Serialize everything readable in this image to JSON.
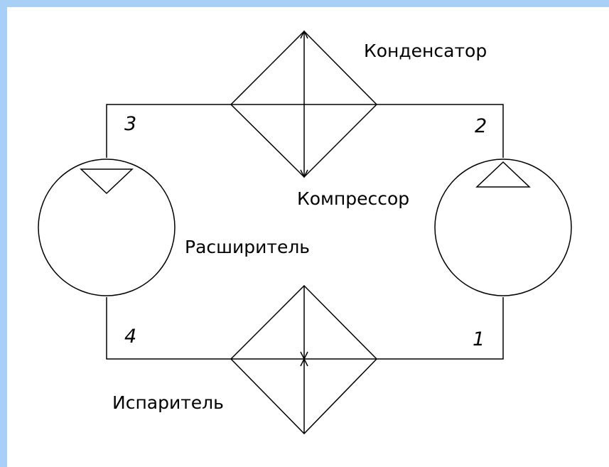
{
  "diagram": {
    "labels": {
      "condenser": "Конденсатор",
      "compressor": "Компрессор",
      "expander": "Расширитель",
      "evaporator": "Испаритель"
    },
    "points": {
      "p1": "1",
      "p2": "2",
      "p3": "3",
      "p4": "4"
    },
    "colors": {
      "border": "#a8cff5",
      "background": "#ffffff",
      "lines": "#000000"
    }
  }
}
